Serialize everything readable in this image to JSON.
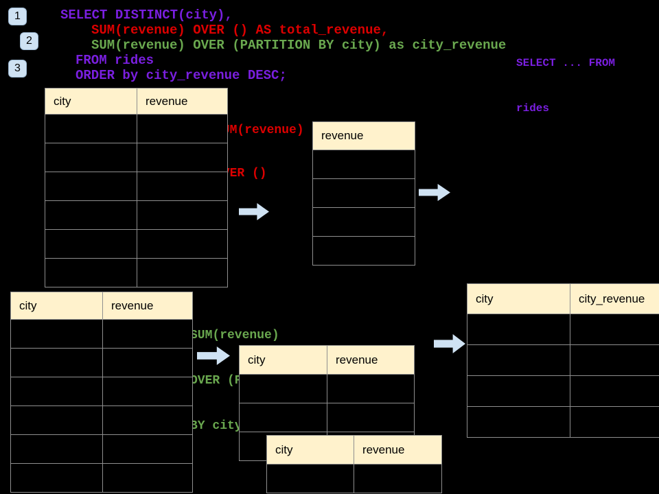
{
  "colors": {
    "background": "#000000",
    "sql_purple": "#7a1fe0",
    "sql_red": "#dd0000",
    "sql_green": "#6aa84f",
    "table_header_fill": "#fff2cc",
    "table_border": "#8f8f8f",
    "arrow_fill": "#cfe2f3",
    "badge_fill": "#cfe2f3"
  },
  "badges": [
    {
      "label": "1"
    },
    {
      "label": "2"
    },
    {
      "label": "3"
    }
  ],
  "sql": {
    "lines": [
      {
        "text": "SELECT DISTINCT(city),",
        "color": "purple"
      },
      {
        "text": "SUM(revenue) OVER () AS total_revenue,",
        "color": "red"
      },
      {
        "text": "SUM(revenue) OVER (PARTITION BY city) as city_revenue",
        "color": "green"
      },
      {
        "text": "FROM rides",
        "color": "purple"
      },
      {
        "text": "ORDER by city_revenue DESC;",
        "color": "purple"
      }
    ]
  },
  "note": {
    "line1": "SELECT ... FROM",
    "line2": "rides",
    "color": "purple"
  },
  "ann_total": {
    "line1": "SUM(revenue)",
    "line2": "OVER ()",
    "color": "red"
  },
  "ann_partition": {
    "line1": "SUM(revenue)",
    "line2": "OVER (PARTITION",
    "line3": "BY city)",
    "color": "green"
  },
  "tables": [
    {
      "name": "rides-source-top",
      "columns": [
        "city",
        "revenue"
      ],
      "empty_rows": 6
    },
    {
      "name": "total-revenue-step",
      "columns": [
        "revenue"
      ],
      "empty_rows": 4
    },
    {
      "name": "rides-source-bottom",
      "columns": [
        "city",
        "revenue"
      ],
      "empty_rows": 6
    },
    {
      "name": "partition-step",
      "columns": [
        "city",
        "revenue"
      ],
      "empty_rows": 3
    },
    {
      "name": "partition-overlay",
      "columns": [
        "city",
        "revenue"
      ],
      "empty_rows": 1
    },
    {
      "name": "city-revenue-result",
      "columns": [
        "city",
        "city_revenue"
      ],
      "empty_rows": 4
    }
  ]
}
